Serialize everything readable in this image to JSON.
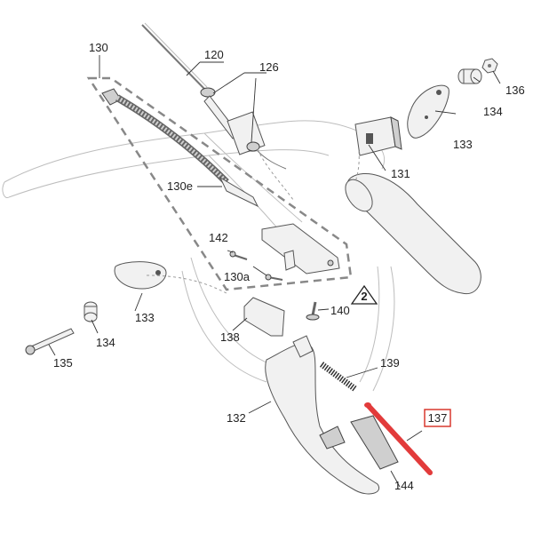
{
  "labels": {
    "l120": "120",
    "l126": "126",
    "l130": "130",
    "l130e": "130e",
    "l130a": "130a",
    "l131": "131",
    "l132": "132",
    "l133a": "133",
    "l133b": "133",
    "l134a": "134",
    "l134b": "134",
    "l135": "135",
    "l136": "136",
    "l137": "137",
    "l138": "138",
    "l139": "139",
    "l140": "140",
    "l142": "142",
    "l144": "144",
    "note": "2"
  },
  "colors": {
    "highlight": "#e23b3b",
    "highlight_box": "#d9382f"
  }
}
